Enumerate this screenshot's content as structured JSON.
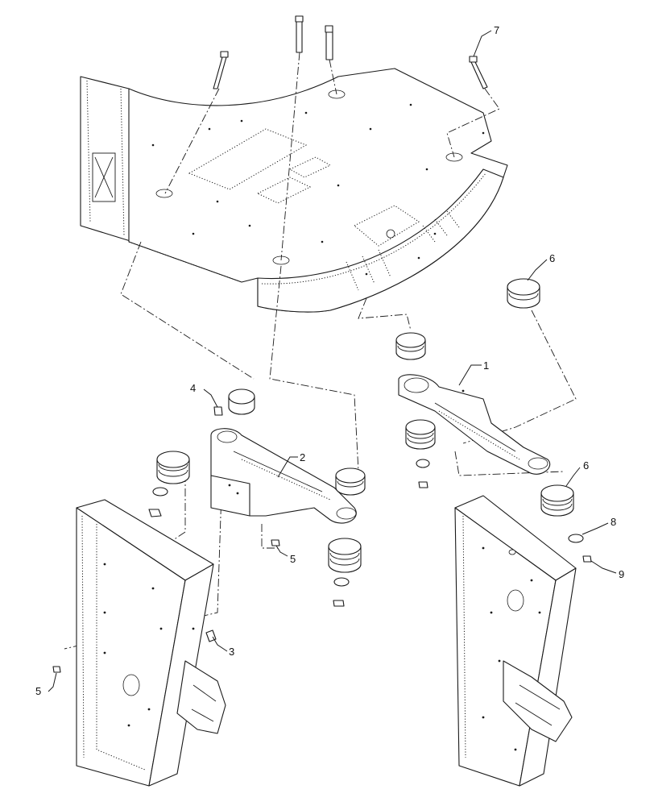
{
  "callouts": [
    {
      "id": "c1",
      "label": "1"
    },
    {
      "id": "c2",
      "label": "2"
    },
    {
      "id": "c3",
      "label": "3"
    },
    {
      "id": "c4",
      "label": "4"
    },
    {
      "id": "c5a",
      "label": "5"
    },
    {
      "id": "c5b",
      "label": "5"
    },
    {
      "id": "c6a",
      "label": "6"
    },
    {
      "id": "c6b",
      "label": "6"
    },
    {
      "id": "c7",
      "label": "7"
    },
    {
      "id": "c8",
      "label": "8"
    },
    {
      "id": "c9",
      "label": "9"
    }
  ],
  "colors": {
    "line": "#1a1a1a",
    "background": "#ffffff"
  }
}
